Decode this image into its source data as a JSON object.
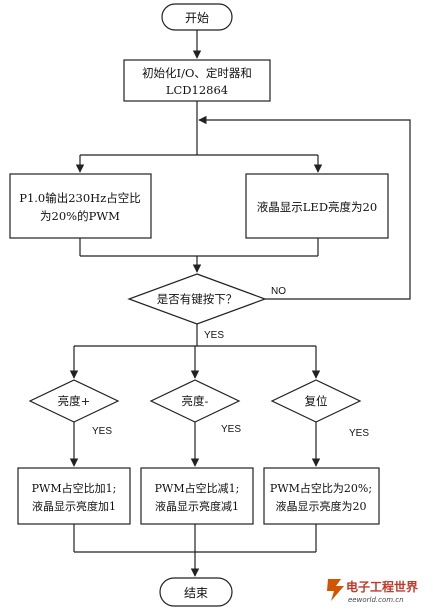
{
  "nodes": {
    "start": "开始",
    "init": [
      "初始化I/O、定时器和",
      "LCD12864"
    ],
    "pwm_out": [
      "P1.0输出230Hz占空比",
      "为20%的PWM"
    ],
    "lcd_show": "液晶显示LED亮度为20",
    "decision": "是否有键按下？",
    "bright_up": "亮度+",
    "bright_down": "亮度-",
    "reset": "复位",
    "act_up": [
      "PWM占空比加1;",
      "液晶显示亮度加1"
    ],
    "act_down": [
      "PWM占空比减1;",
      "液晶显示亮度减1"
    ],
    "act_reset": [
      "PWM占空比为20%;",
      "液晶显示亮度为20"
    ],
    "end": "结束"
  },
  "edge_labels": {
    "no": "NO",
    "yes_main": "YES",
    "yes_up": "YES",
    "yes_down": "YES",
    "yes_reset": "YES"
  },
  "watermark": {
    "brand": "电子工程世界",
    "url": "eeworld.com.cn"
  }
}
